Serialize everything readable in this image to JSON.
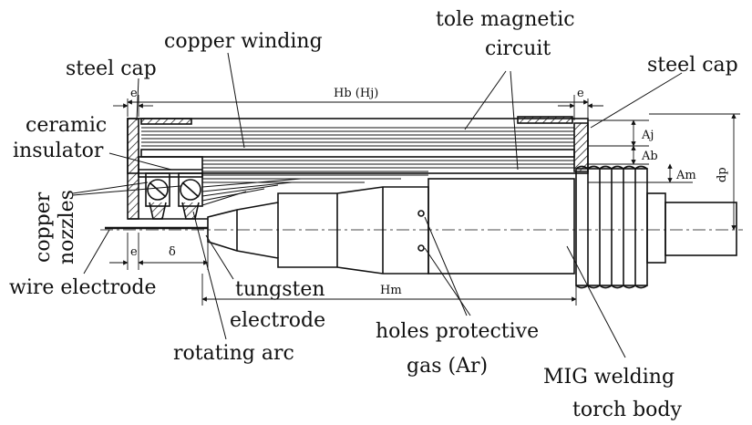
{
  "diagram": {
    "labels": {
      "copper_winding": "copper winding",
      "tole_magnetic_1": "tole magnetic",
      "tole_magnetic_2": "circuit",
      "steel_cap_left": "steel cap",
      "steel_cap_right": "steel cap",
      "ceramic_1": "ceramic",
      "ceramic_2": "insulator",
      "copper_1": "copper",
      "copper_2": "nozzles",
      "wire_electrode": "wire electrode",
      "tungsten_1": "tungsten",
      "tungsten_2": "electrode",
      "rotating_arc": "rotating arc",
      "holes_1": "holes protective",
      "holes_2": "gas (Ar)",
      "mig_1": "MIG welding",
      "mig_2": "torch body"
    },
    "dimensions": {
      "hb": "Hb (Hj)",
      "e_left_top": "e",
      "e_right_top": "e",
      "e_left_bottom": "e",
      "delta": "δ",
      "hm": "Hm",
      "aj": "Aj",
      "ab": "Ab",
      "am": "Am",
      "dp": "dp"
    },
    "colors": {
      "ink": "#111111",
      "background": "#ffffff"
    }
  }
}
